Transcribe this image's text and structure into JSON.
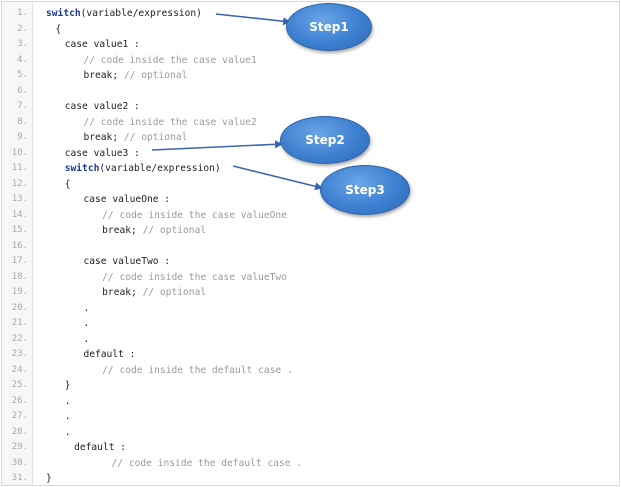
{
  "lines": [
    {
      "num": "1.",
      "indent": 0,
      "text": "switch(variable/expression)",
      "kind": "switch"
    },
    {
      "num": "2.",
      "indent": 1,
      "text": "{",
      "kind": "code"
    },
    {
      "num": "3.",
      "indent": 2,
      "text": "case value1 :",
      "kind": "code"
    },
    {
      "num": "4.",
      "indent": 4,
      "text": "// code inside the case value1",
      "kind": "comment"
    },
    {
      "num": "5.",
      "indent": 4,
      "text": "break;",
      "comment": "// optional",
      "kind": "break"
    },
    {
      "num": "6.",
      "indent": 0,
      "text": "",
      "kind": "code"
    },
    {
      "num": "7.",
      "indent": 2,
      "text": "case value2 :",
      "kind": "code"
    },
    {
      "num": "8.",
      "indent": 4,
      "text": "// code inside the case value2",
      "kind": "comment"
    },
    {
      "num": "9.",
      "indent": 4,
      "text": "break;",
      "comment": "// optional",
      "kind": "break"
    },
    {
      "num": "10.",
      "indent": 2,
      "text": "case value3 :",
      "kind": "code"
    },
    {
      "num": "11.",
      "indent": 2,
      "text": "switch(variable/expression)",
      "kind": "switch"
    },
    {
      "num": "12.",
      "indent": 2,
      "text": "{",
      "kind": "code"
    },
    {
      "num": "13.",
      "indent": 4,
      "text": "case valueOne :",
      "kind": "code"
    },
    {
      "num": "14.",
      "indent": 6,
      "text": "// code inside the case valueOne",
      "kind": "comment"
    },
    {
      "num": "15.",
      "indent": 6,
      "text": "break;",
      "comment": "// optional",
      "kind": "break"
    },
    {
      "num": "16.",
      "indent": 0,
      "text": "",
      "kind": "code"
    },
    {
      "num": "17.",
      "indent": 4,
      "text": "case valueTwo :",
      "kind": "code"
    },
    {
      "num": "18.",
      "indent": 6,
      "text": "// code inside the case valueTwo",
      "kind": "comment"
    },
    {
      "num": "19.",
      "indent": 6,
      "text": "break;",
      "comment": "// optional",
      "kind": "break"
    },
    {
      "num": "20.",
      "indent": 4,
      "text": ".",
      "kind": "code"
    },
    {
      "num": "21.",
      "indent": 4,
      "text": ".",
      "kind": "code"
    },
    {
      "num": "22.",
      "indent": 4,
      "text": ".",
      "kind": "code"
    },
    {
      "num": "23.",
      "indent": 4,
      "text": "default :",
      "kind": "code"
    },
    {
      "num": "24.",
      "indent": 6,
      "text": "// code inside the default case .",
      "kind": "comment"
    },
    {
      "num": "25.",
      "indent": 2,
      "text": "}",
      "kind": "code"
    },
    {
      "num": "26.",
      "indent": 2,
      "text": ".",
      "kind": "code"
    },
    {
      "num": "27.",
      "indent": 2,
      "text": ".",
      "kind": "code"
    },
    {
      "num": "28.",
      "indent": 2,
      "text": ".",
      "kind": "code"
    },
    {
      "num": "29.",
      "indent": 3,
      "text": "default :",
      "kind": "code"
    },
    {
      "num": "30.",
      "indent": 7,
      "text": "// code inside the default case .",
      "kind": "comment"
    },
    {
      "num": "31.",
      "indent": 0,
      "text": "}",
      "kind": "code"
    }
  ],
  "callouts": {
    "step1": "Step1",
    "step2": "Step2",
    "step3": "Step3"
  },
  "colors": {
    "keyword": "#1a3a99",
    "comment": "#9a9a9a",
    "callout": "#3d7fd0",
    "arrow": "#3a66b0"
  }
}
